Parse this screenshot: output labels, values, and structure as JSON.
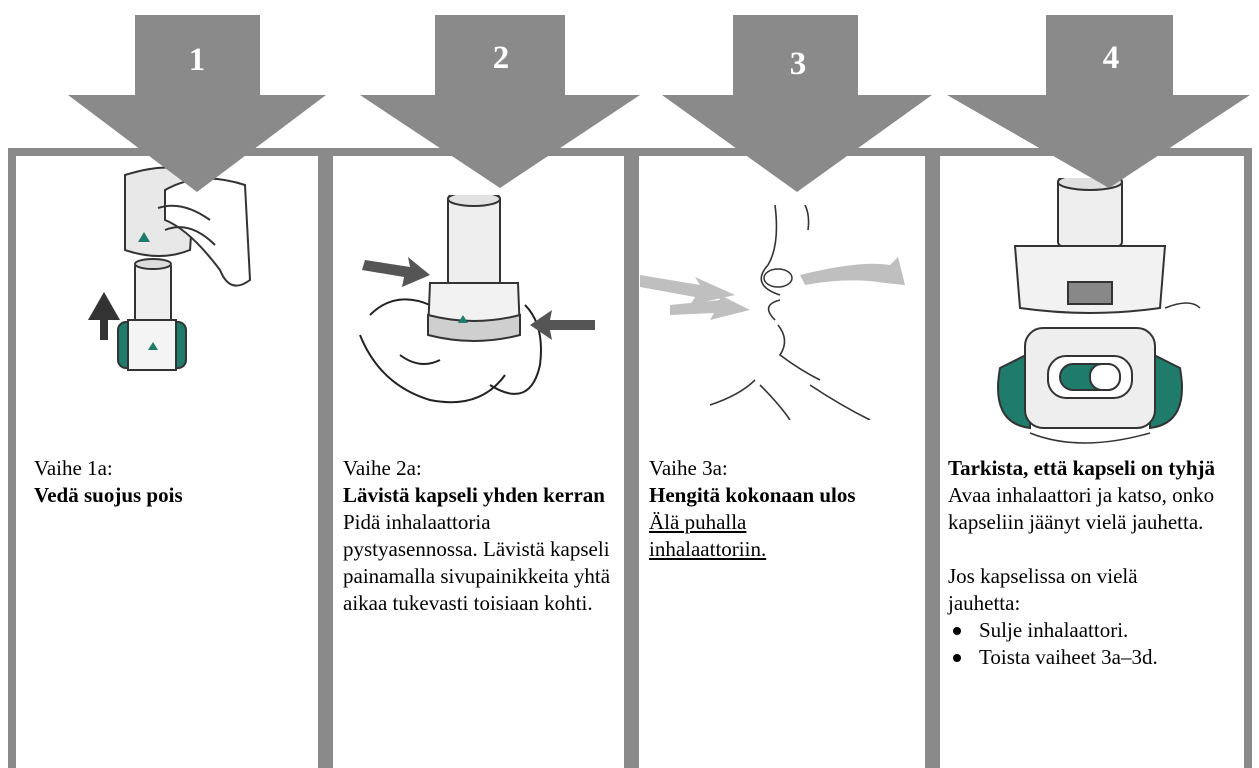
{
  "steps": [
    {
      "number": "1",
      "label": "Vaihe 1a:",
      "title": "Vedä suojus pois"
    },
    {
      "number": "2",
      "label": "Vaihe 2a:",
      "title": "Lävistä kapseli yhden kerran",
      "body": "Pidä inhalaattoria pystyasennossa. Lävistä kapseli painamalla sivupainikkeita yhtä aikaa tukevasti toisiaan kohti."
    },
    {
      "number": "3",
      "label": "Vaihe 3a:",
      "title": "Hengitä kokonaan ulos",
      "note": "Älä puhalla inhalaattoriin."
    },
    {
      "number": "4",
      "title": "Tarkista, että kapseli on tyhjä",
      "body": "Avaa inhalaattori ja katso, onko kapseliin jäänyt vielä jauhetta.",
      "body2": "Jos kapselissa on vielä jauhetta:",
      "bullets": [
        "Sulje inhalaattori.",
        "Toista vaiheet 3a–3d."
      ]
    }
  ],
  "colors": {
    "arrow": "#8a8a8a",
    "frame": "#8a8a8a",
    "device_green": "#1f7b6a"
  }
}
